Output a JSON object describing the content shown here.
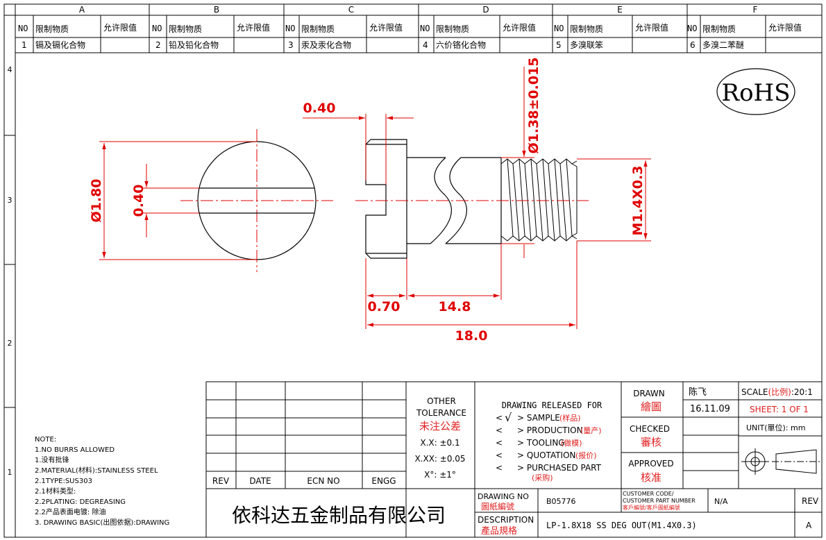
{
  "zones": {
    "columns": [
      "A",
      "B",
      "C",
      "D",
      "E",
      "F"
    ],
    "rows": [
      "4",
      "3",
      "2",
      "1"
    ]
  },
  "restriction_table": {
    "header_no": "NO",
    "header_substance": "限制物质",
    "header_limit": "允许限值",
    "entries": [
      {
        "no": "1",
        "substance": "镉及镉化合物",
        "limit": ""
      },
      {
        "no": "2",
        "substance": "铅及铅化合物",
        "limit": ""
      },
      {
        "no": "3",
        "substance": "汞及汞化合物",
        "limit": ""
      },
      {
        "no": "4",
        "substance": "六价铬化合物",
        "limit": ""
      },
      {
        "no": "5",
        "substance": "多溴联笨",
        "limit": ""
      },
      {
        "no": "6",
        "substance": "多溴二苯醚",
        "limit": ""
      }
    ]
  },
  "rohs_mark": "RoHS",
  "dimensions": {
    "head_diameter": "Ø1.80",
    "slot_width_front": "0.40",
    "slot_depth_side": "0.40",
    "pin_diameter": "Ø1.38±0.015",
    "thread": "M1.4X0.3",
    "head_height": "0.70",
    "body_length": "14.8",
    "overall_length": "18.0"
  },
  "notes": {
    "title": "NOTE:",
    "lines": [
      "1.NO BURRS ALLOWED",
      "1.没有批锋",
      "2.MATERIAL(材料):STAINLESS STEEL",
      "2.1TYPE:SUS303",
      "2.1材料类型:",
      "2.2PLATING: DEGREASING",
      "2.2产品表面电镀: 除油",
      "3. DRAWING BASIC(出图依据):DRAWING"
    ]
  },
  "revision_block": {
    "rev": "REV",
    "date": "DATE",
    "ecn_no": "ECN NO",
    "engg": "ENGG"
  },
  "tolerance": {
    "title_1": "OTHER",
    "title_2": "TOLERANCE",
    "title_cn": "未注公差",
    "lines": [
      "X.X: ±0.1",
      "X.XX: ±0.05",
      "X°: ±1°"
    ]
  },
  "release": {
    "title": "DRAWING RELEASED FOR",
    "items": [
      {
        "mark": "<",
        "check": "√",
        "label": "> SAMPLE",
        "cn": "(样品)"
      },
      {
        "mark": "<",
        "check": "",
        "label": "> PRODUCTION",
        "cn": "(量产)"
      },
      {
        "mark": "<",
        "check": "",
        "label": "> TOOLING",
        "cn": "(做模)"
      },
      {
        "mark": "<",
        "check": "",
        "label": "> QUOTATION",
        "cn": "(报价)"
      },
      {
        "mark": "<",
        "check": "",
        "label": "> PURCHASED PART",
        "cn": "(采购)"
      }
    ]
  },
  "title_block": {
    "drawn_label": "DRAWN",
    "drawn_cn": "繪圖",
    "drawn_by": "陈飞",
    "drawn_date": "16.11.09",
    "checked_label": "CHECKED",
    "checked_cn": "審核",
    "approved_label": "APPROVED",
    "approved_cn": "核准",
    "scale_label": "SCALE",
    "scale_cn": "(比例)",
    "scale_value": ":20:1",
    "sheet_label": "SHEET: ",
    "sheet_value": "1 OF 1",
    "unit_label": "UNIT(單位): mm",
    "company": "依科达五金制品有限公司",
    "drawing_no_label": "DRAWING NO",
    "drawing_no_cn": "圖紙編號",
    "drawing_no": "B05776",
    "customer_code_label_1": "CUSTOMER CODE/",
    "customer_code_label_2": "CUSTOMER PART NUMBER",
    "customer_code_cn": "客戶編號/客戶圖紙編號",
    "customer_code": "N/A",
    "rev_label": "REV",
    "rev_value": "A",
    "description_label": "DESCRIPTION",
    "description_cn": "產品規格",
    "description": "LP-1.8X18 SS DEG OUT(M1.4X0.3)"
  },
  "colors": {
    "line": "#000000",
    "dimension": "#e00000",
    "chinese_label": "#e02020"
  }
}
